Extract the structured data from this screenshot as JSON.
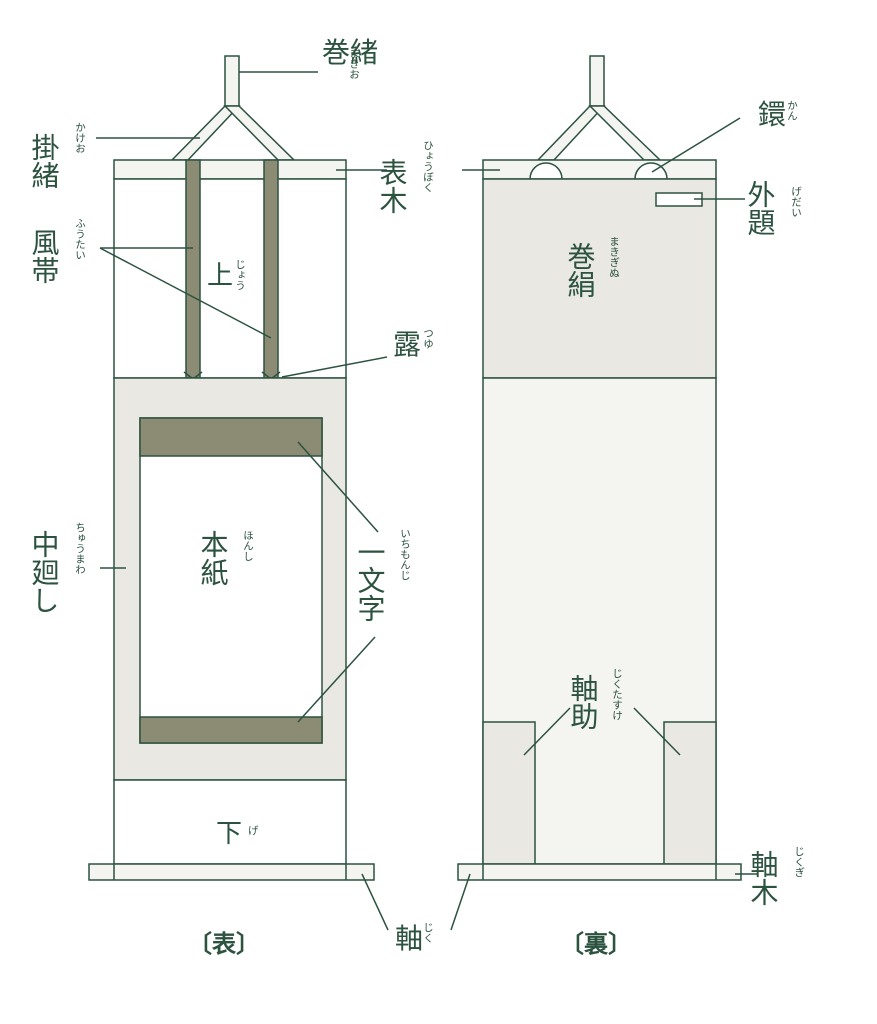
{
  "colors": {
    "line": "#2c5240",
    "light": "#f4f4f1",
    "mid": "#e9e8e3",
    "dark": "#8b8c73",
    "label": "#2c5240"
  },
  "labels": {
    "makio": {
      "text": "巻緒",
      "ruby": "まきお"
    },
    "kakeo": {
      "text": "掛緒",
      "ruby": "かけお"
    },
    "futai": {
      "text": "風帯",
      "ruby": "ふうたい"
    },
    "jou": {
      "text": "上",
      "ruby": "じょう"
    },
    "hyouboku": {
      "text": "表木",
      "ruby": "ひょうぼく"
    },
    "tsuyu": {
      "text": "露",
      "ruby": "つゆ"
    },
    "chuumawashi": {
      "text": "中廻し",
      "ruby": "ちゅうまわ"
    },
    "honshi": {
      "text": "本紙",
      "ruby": "ほんし"
    },
    "ichimonji": {
      "text": "一文字",
      "ruby": "いちもんじ"
    },
    "ge": {
      "text": "下",
      "ruby": "げ"
    },
    "jiku": {
      "text": "軸",
      "ruby": "じく"
    },
    "kan": {
      "text": "鐶",
      "ruby": "かん"
    },
    "gedai": {
      "text": "外題",
      "ruby": "げだい"
    },
    "makiginu": {
      "text": "巻絹",
      "ruby": "まきぎぬ"
    },
    "jikudasuke": {
      "text": "軸助",
      "ruby": "じくたすけ"
    },
    "jikugi": {
      "text": "軸木",
      "ruby": "じくぎ"
    }
  },
  "captions": {
    "front": "〔表〕",
    "back": "〔裏〕"
  }
}
